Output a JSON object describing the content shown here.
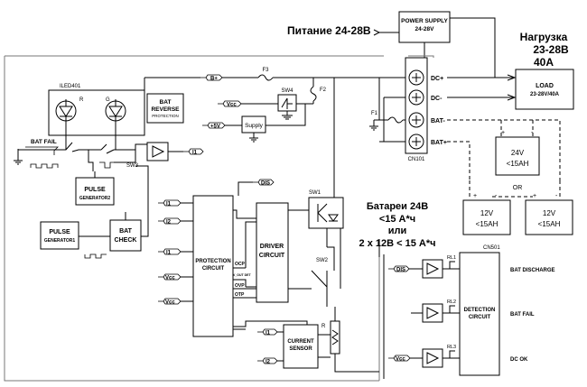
{
  "annotations": {
    "supply_ru": "Питание 24-28В",
    "load_ru_1": "Нагрузка",
    "load_ru_2": "23-28В",
    "load_ru_3": "40А",
    "battery_ru_1": "Батареи 24В",
    "battery_ru_2": "<15 А*ч",
    "battery_ru_3": "или",
    "battery_ru_4": "2 x 12В < 15 А*ч"
  },
  "blocks": {
    "power_supply_1": "POWER SUPPLY",
    "power_supply_2": "24-28V",
    "load_1": "LOAD",
    "load_2": "23-28V/40A",
    "led": "ILED401",
    "led_r": "R",
    "led_g": "G",
    "bat_rev_1": "BAT",
    "bat_rev_2": "REVERSE",
    "bat_rev_3": "PROTECTION",
    "pulse2_1": "PULSE",
    "pulse2_2": "GENERATOR2",
    "pulse1_1": "PULSE",
    "pulse1_2": "GENERATOR1",
    "bat_check_1": "BAT",
    "bat_check_2": "CHECK",
    "protection_1": "PROTECTION",
    "protection_2": "CIRCUIT",
    "driver_1": "DRIVER",
    "driver_2": "CIRCUIT",
    "current_1": "CURRENT",
    "current_2": "SENSOR",
    "detection_1": "DETECTION",
    "detection_2": "CIRCUIT",
    "supply": "Supply",
    "bat24_1": "24V",
    "bat24_2": "<15AH",
    "bat12a_1": "12V",
    "bat12a_2": "<15AH",
    "bat12b_1": "12V",
    "bat12b_2": "<15AH",
    "or": "OR"
  },
  "labels": {
    "bat_fail_top": "BAT FAIL",
    "b_plus": "B+",
    "vcc_top": "Vcc",
    "plus5v": "+5V",
    "f3": "F3",
    "f2": "F2",
    "f1": "F1",
    "sw4": "SW4",
    "sw3": "SW3",
    "sw1": "SW1",
    "sw2": "SW2",
    "r": "R",
    "i1_sw3": "I1",
    "dis_top": "DIS",
    "ocp": "OCP",
    "vout_det": "V_OUT DET",
    "ovp": "OVP",
    "otp": "OTP",
    "cn101": "CN101",
    "cn501": "CN501",
    "dc_plus": "DC+",
    "dc_minus": "DC-",
    "bat_minus": "BAT-",
    "bat_plus": "BAT+",
    "rl1": "RL1",
    "rl2": "RL2",
    "rl3": "RL3",
    "dis_left": "DIS",
    "vcc_left": "Vcc",
    "out_bat_discharge": "BAT DISCHARGE",
    "out_bat_fail": "BAT FAIL",
    "out_dc_ok": "DC OK",
    "cs_i1": "I1",
    "cs_i2": "I2"
  },
  "protection_inputs": [
    "I1",
    "I2",
    "I1",
    "Vcc",
    "Vcc"
  ],
  "battery_polarity": {
    "plus": "+",
    "minus": "-"
  }
}
